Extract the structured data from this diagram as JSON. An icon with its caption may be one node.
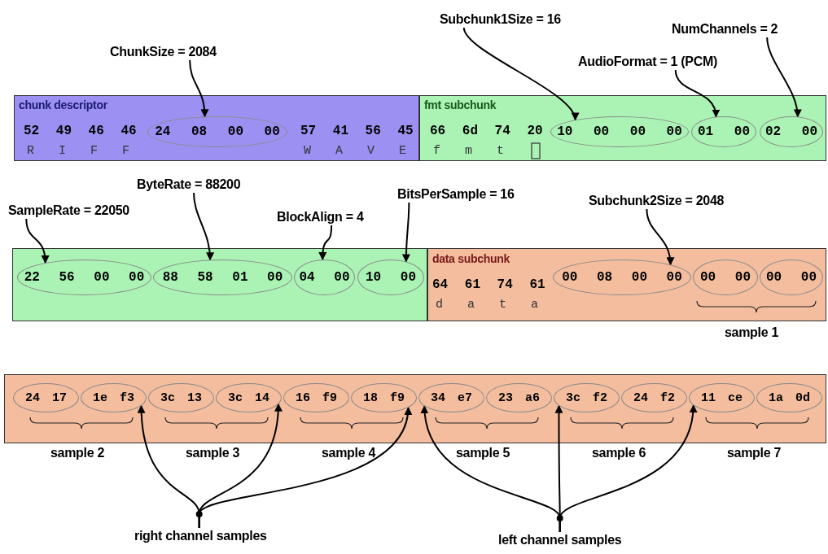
{
  "diagram": {
    "nodes": [
      {
        "text": [
          "chunk descriptor",
          "52 49 46 46",
          "R I F F",
          "57 41 56 45",
          "W A V E"
        ]
      },
      {
        "text": [
          "24 08 00 00"
        ],
        "in": 0
      },
      {
        "text": [
          "ChunkSize = 2084"
        ]
      },
      {
        "text": [
          "fmt subchunk",
          "66 6d 74 20",
          "f m t"
        ]
      },
      {
        "text": [
          "10 00 00 00"
        ],
        "in": 3
      },
      {
        "text": [
          "01 00"
        ],
        "in": 3
      },
      {
        "text": [
          "02 00"
        ],
        "in": 3
      },
      {
        "text": [
          "Subchunk1Size = 16"
        ]
      },
      {
        "text": [
          "AudioFormat = 1 (PCM)"
        ]
      },
      {
        "text": [
          "NumChannels = 2"
        ]
      },
      {
        "text": [],
        "shape": "box"
      },
      {
        "text": [
          "22 56 00 00"
        ],
        "in": 10
      },
      {
        "text": [
          "88 58 01 00"
        ],
        "in": 10
      },
      {
        "text": [
          "04 00"
        ],
        "in": 10
      },
      {
        "text": [
          "10 00"
        ],
        "in": 10
      },
      {
        "text": [
          "SampleRate = 22050"
        ]
      },
      {
        "text": [
          "ByteRate = 88200"
        ]
      },
      {
        "text": [
          "BlockAlign = 4"
        ]
      },
      {
        "text": [
          "BitsPerSample = 16"
        ]
      },
      {
        "text": [
          "data subchunk",
          "64 61 74 61",
          "d a t a"
        ]
      },
      {
        "text": [
          "00 08 00 00"
        ],
        "in": 19
      },
      {
        "text": [
          "00 00"
        ],
        "in": 19
      },
      {
        "text": [
          "00 00"
        ],
        "in": 19
      },
      {
        "text": [
          "Subchunk2Size = 2048"
        ]
      },
      {
        "text": [],
        "shape": "box"
      },
      {
        "text": [
          "24 17"
        ],
        "in": 24
      },
      {
        "text": [
          "1e f3"
        ],
        "in": 24
      },
      {
        "text": [
          "3c 13"
        ],
        "in": 24
      },
      {
        "text": [
          "3c 14"
        ],
        "in": 24
      },
      {
        "text": [
          "16 f9"
        ],
        "in": 24
      },
      {
        "text": [
          "18 f9"
        ],
        "in": 24
      },
      {
        "text": [
          "34 e7"
        ],
        "in": 24
      },
      {
        "text": [
          "23 a6"
        ],
        "in": 24
      },
      {
        "text": [
          "3c f2"
        ],
        "in": 24
      },
      {
        "text": [
          "24 f2"
        ],
        "in": 24
      },
      {
        "text": [
          "11 ce"
        ],
        "in": 24
      },
      {
        "text": [
          "1a 0d"
        ],
        "in": 24
      },
      {
        "text": [
          "right channel samples"
        ]
      },
      {
        "text": [
          "left channel samples"
        ]
      }
    ],
    "edges": [
      {
        "from": 2,
        "to": 1,
        "arrow": "to"
      },
      {
        "from": 7,
        "to": 4,
        "arrow": "to"
      },
      {
        "from": 8,
        "to": 5,
        "arrow": "to"
      },
      {
        "from": 9,
        "to": 6,
        "arrow": "to"
      },
      {
        "from": 15,
        "to": 11,
        "arrow": "to"
      },
      {
        "from": 16,
        "to": 12,
        "arrow": "to"
      },
      {
        "from": 17,
        "to": 13,
        "arrow": "to"
      },
      {
        "from": 18,
        "to": 14,
        "arrow": "to"
      },
      {
        "from": 23,
        "to": 20,
        "arrow": "to"
      },
      {
        "from": 37,
        "to": 26,
        "arrow": "to"
      },
      {
        "from": 37,
        "to": 28,
        "arrow": "to"
      },
      {
        "from": 37,
        "to": 30,
        "arrow": "to"
      },
      {
        "from": 38,
        "to": 31,
        "arrow": "to"
      },
      {
        "from": 38,
        "to": 33,
        "arrow": "to"
      },
      {
        "from": 38,
        "to": 35,
        "arrow": "to"
      }
    ],
    "labels": [
      "sample 1",
      "sample 2",
      "sample 3",
      "sample 4",
      "sample 5",
      "sample 6",
      "sample 7"
    ]
  }
}
